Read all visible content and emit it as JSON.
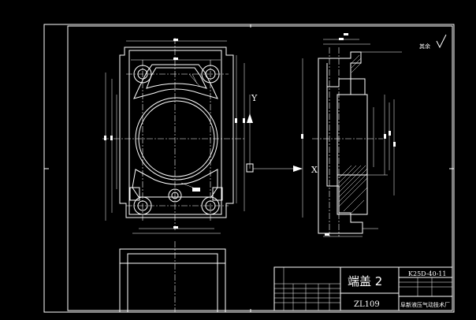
{
  "title_block": {
    "part_name": "端盖 2",
    "drawing_number": "K25D-40-11",
    "material": "ZL109",
    "company": "阜新液压气动技术厂"
  },
  "view_labels": {
    "y_axis": "Y",
    "x_axis": "X"
  },
  "roughness_note": "其余"
}
